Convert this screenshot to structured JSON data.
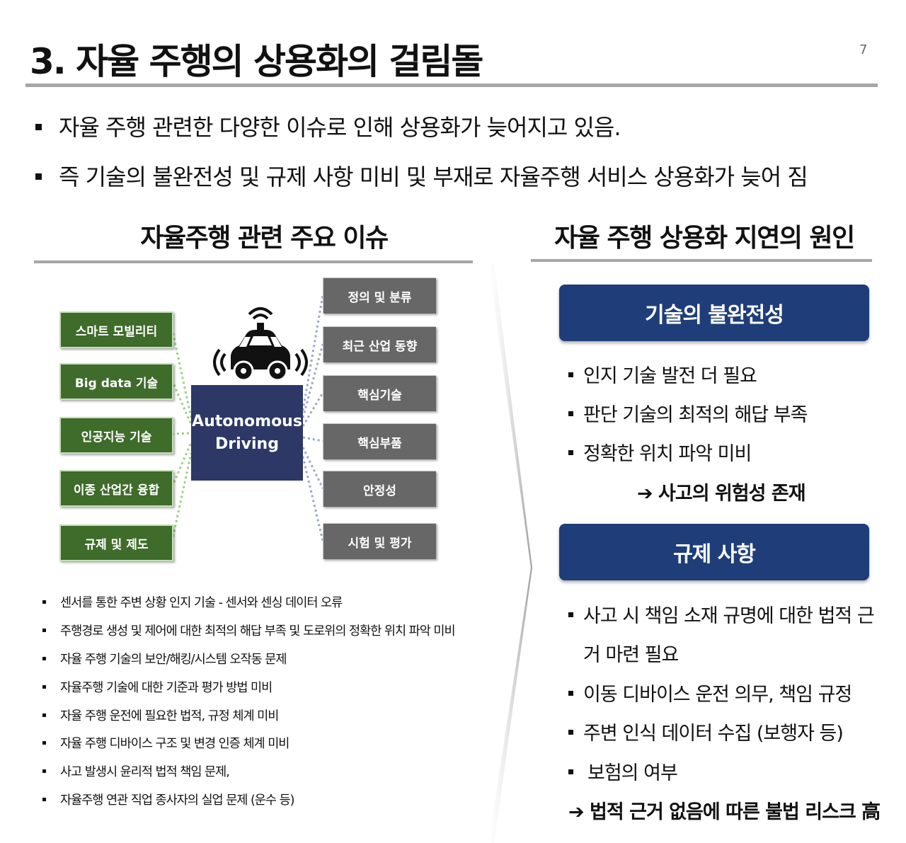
{
  "slide": {
    "title": "3. 자율 주행의 상용화의 걸림돌",
    "page_number": "7"
  },
  "intro": [
    "자율 주행 관련한 다양한 이슈로 인해 상용화가 늦어지고 있음.",
    "즉 기술의 불완전성 및 규제 사항 미비 및 부재로 자율주행 서비스 상용화가 늦어 짐"
  ],
  "left_section": {
    "heading": "자율주행 관련 주요 이슈",
    "diagram": {
      "center_lines": [
        "Autonomous",
        "Driving"
      ],
      "left_boxes": [
        "스마트 모빌리티",
        "Big data 기술",
        "인공지능 기술",
        "이종 산업간 융합",
        "규제 및 제도"
      ],
      "right_boxes": [
        "정의 및 분류",
        "최근 산업 동향",
        "핵심기술",
        "핵심부품",
        "안정성",
        "시험 및 평가"
      ],
      "icon": "autonomous-car-icon",
      "colors": {
        "left_box": "#3f6b2b",
        "right_box": "#676767",
        "center_box": "#2d3866"
      }
    },
    "issues": [
      "센서를 통한 주변 상황 인지 기술 - 센서와 센싱 데이터 오류",
      "주행경로 생성 및 제어에 대한 최적의 해답 부족 및 도로위의 정확한 위치 파악 미비",
      "자율 주행 기술의 보안/해킹/시스템 오작동 문제",
      "자율주행 기술에 대한 기준과 평가 방법 미비",
      "자율 주행 운전에 필요한 법적, 규정 체계 미비",
      "자율 주행 디바이스 구조 및 변경 인증 체계 미비",
      "사고 발생시 윤리적 법적 책임 문제,",
      "자율주행 연관 직업 종사자의 실업 문제 (운수 등)"
    ]
  },
  "right_section": {
    "heading": "자율 주행 상용화 지연의 원인",
    "header_color": "#1f3e79",
    "tech": {
      "header": "기술의 불완전성",
      "bullets": [
        "인지 기술 발전 더 필요",
        "판단 기술의 최적의 해답 부족",
        "정확한 위치 파악 미비"
      ],
      "conclusion": "➔ 사고의 위험성 존재"
    },
    "regulation": {
      "header": "규제 사항",
      "bullets": [
        "사고 시 책임 소재 규명에 대한 법적 근",
        "거 마련 필요",
        "이동 디바이스 운전 의무, 책임 규정",
        "주변 인식 데이터 수집 (보행자 등)",
        "보험의 여부"
      ],
      "conclusion": "➔ 법적 근거 없음에 따른 불법 리스크 高"
    }
  }
}
